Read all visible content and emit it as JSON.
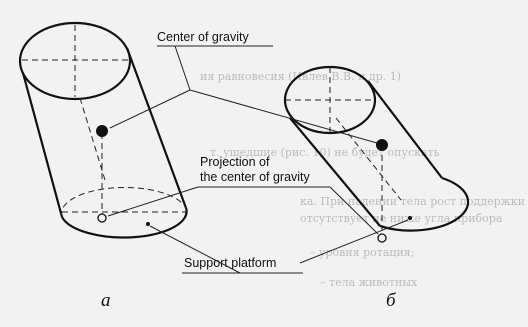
{
  "labels": {
    "center_of_gravity": "Center of gravity",
    "projection_line1": "Projection of",
    "projection_line2": "the center of gravity",
    "support_platform": "Support platform"
  },
  "sublabels": {
    "left": "а",
    "right": "б"
  },
  "background_text": [
    "ия равновесия (Ивлев В.В. и др. 1)",
    "т. ушедшие (рис. 10) не будет опускать",
    "ка. При падении тела рост поддержки",
    "отсутствует не ниже угла прибора",
    "– уровня ротация;",
    "– тела животных"
  ],
  "colors": {
    "background": "#f2f2f2",
    "ink": "#111111",
    "background_text": "#8f8f8f"
  }
}
